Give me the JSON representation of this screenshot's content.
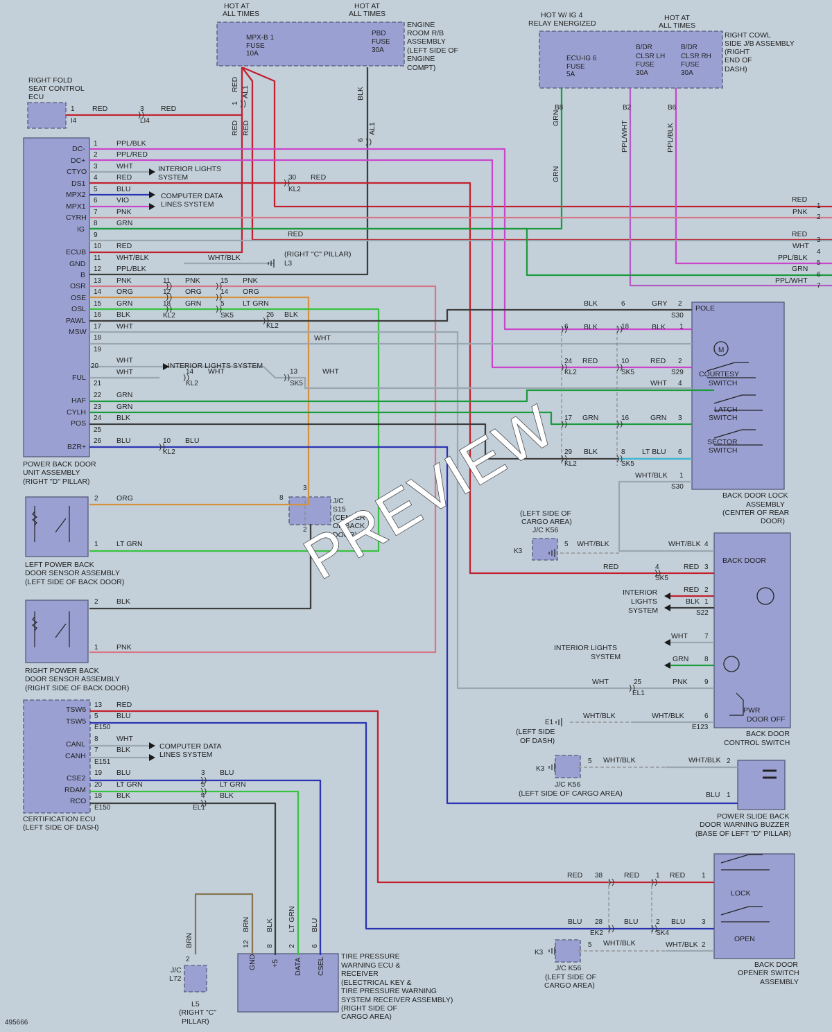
{
  "watermark": "PREVIEW",
  "figure_id": "495666",
  "colors": {
    "red": "#c2202e",
    "pink": "#d67788",
    "purple": "#cb45cc",
    "ppl_wht": "#b55ac2",
    "green": "#1d9a3e",
    "lt_green": "#38c242",
    "blue": "#2b33b2",
    "black": "#3d3d3d",
    "white_wire": "#9aa7b0",
    "orange": "#d7913c",
    "lt_blue": "#3fb9d5",
    "brown": "#857650",
    "panel": "#9aa1d2",
    "background": "#c3d0da"
  },
  "texts": {
    "t0": "HOT AT",
    "t1": "ALL TIMES",
    "t2": "HOT AT",
    "t3": "ALL TIMES",
    "t4": "HOT W/ IG 4",
    "t5": "RELAY ENERGIZED",
    "t6": "HOT AT",
    "t7": "ALL TIMES",
    "t8": "MPX-B 1",
    "t9": "FUSE",
    "t10": "10A",
    "t11": "PBD",
    "t12": "FUSE",
    "t13": "30A",
    "t14": "ENGINE",
    "t15": "ROOM R/B",
    "t16": "ASSEMBLY",
    "t17": "(LEFT SIDE OF",
    "t18": "ENGINE",
    "t19": "COMPT)",
    "t20": "ECU-IG 6",
    "t21": "FUSE",
    "t22": "5A",
    "t23": "B/DR",
    "t24": "CLSR LH",
    "t25": "FUSE",
    "t26": "30A",
    "t27": "B/DR",
    "t28": "CLSR RH",
    "t29": "FUSE",
    "t30": "30A",
    "t31": "RIGHT COWL",
    "t32": "SIDE J/B ASSEMBLY",
    "t33": "(RIGHT",
    "t34": "END OF",
    "t35": "DASH)",
    "t36": "RIGHT FOLD",
    "t37": "SEAT CONTROL",
    "t38": "ECU",
    "t39": "1",
    "t40": "RED",
    "t41": "3",
    "t42": "RED",
    "t43": "I4",
    "t44": "LI4",
    "t45": "RED",
    "t46": "1",
    "t47": "AL1",
    "t48": "BLK",
    "t49": "RED",
    "t50": "RED",
    "t51": "6",
    "t52": "AL1",
    "t53": "B8",
    "t54": "GRN",
    "t55": "GRN",
    "t56": "B2",
    "t57": "PPL/WHT",
    "t58": "B6",
    "t59": "PPL/BLK",
    "t60": "DC-",
    "t61": "DC+",
    "t62": "CTYO",
    "t63": "DS1",
    "t64": "MPX2",
    "t65": "MPX1",
    "t66": "CYRH",
    "t67": "IG",
    "t68": "ECUB",
    "t69": "GND",
    "t70": "B",
    "t71": "OSR",
    "t72": "OSE",
    "t73": "OSL",
    "t74": "PAWL",
    "t75": "MSW",
    "t76": "FUL",
    "t77": "HAF",
    "t78": "CYLH",
    "t79": "POS",
    "t80": "BZR+",
    "t81": "1",
    "t82": "2",
    "t83": "3",
    "t84": "4",
    "t85": "5",
    "t86": "6",
    "t87": "7",
    "t88": "8",
    "t89": "9",
    "t90": "10",
    "t91": "11",
    "t92": "12",
    "t93": "13",
    "t94": "14",
    "t95": "15",
    "t96": "16",
    "t97": "17",
    "t98": "18",
    "t99": "19",
    "t100": "20",
    "t101": "21",
    "t102": "22",
    "t103": "23",
    "t104": "24",
    "t105": "25",
    "t106": "26",
    "t107": "PPL/BLK",
    "t108": "PPL/RED",
    "t109": "WHT",
    "t110": "RED",
    "t111": "BLU",
    "t112": "VIO",
    "t113": "PNK",
    "t114": "GRN",
    "t115": "RED",
    "t116": "WHT/BLK",
    "t117": "PPL/BLK",
    "t118": "PNK",
    "t119": "ORG",
    "t120": "GRN",
    "t121": "BLK",
    "t122": "WHT",
    "t123": "WHT",
    "t124": "WHT",
    "t125": "GRN",
    "t126": "GRN",
    "t127": "BLK",
    "t128": "BLU",
    "t129": "INTERIOR LIGHTS",
    "t130": "SYSTEM",
    "t131": "COMPUTER DATA",
    "t132": "LINES SYSTEM",
    "t133": "30",
    "t134": "RED",
    "t135": "KL2",
    "t136": "RED",
    "t137": "WHT/BLK",
    "t138": "(RIGHT \"C\" PILLAR)",
    "t139": "L3",
    "t140": "11",
    "t141": "PNK",
    "t142": "15",
    "t143": "PNK",
    "t144": "12",
    "t145": "ORG",
    "t146": "14",
    "t147": "ORG",
    "t148": "18",
    "t149": "GRN",
    "t150": "5",
    "t151": "LT GRN",
    "t152": "KL2",
    "t153": "SK5",
    "t154": "26",
    "t155": "BLK",
    "t156": "KL2",
    "t157": "WHT",
    "t158": "INTERIOR LIGHTS SYSTEM",
    "t159": "14",
    "t160": "WHT",
    "t161": "KL2",
    "t162": "13",
    "t163": "WHT",
    "t164": "SK5",
    "t165": "10",
    "t166": "BLU",
    "t167": "KL2",
    "t168": "RED",
    "t169": "PNK",
    "t170": "RED",
    "t171": "WHT",
    "t172": "PPL/BLK",
    "t173": "GRN",
    "t174": "PPL/WHT",
    "t175": "1",
    "t176": "2",
    "t177": "3",
    "t178": "4",
    "t179": "5",
    "t180": "6",
    "t181": "7",
    "t182": "BLK",
    "t183": "6",
    "t184": "GRY",
    "t185": "2",
    "t186": "S30",
    "t187": "POLE",
    "t188": "6",
    "t189": "BLK",
    "t190": "18",
    "t191": "BLK",
    "t192": "1",
    "t193": "24",
    "t194": "RED",
    "t195": "KL2",
    "t196": "10",
    "t197": "RED",
    "t198": "SK5",
    "t199": "2",
    "t200": "S29",
    "t201": "WHT",
    "t202": "4",
    "t203": "COURTESY",
    "t204": "SWITCH",
    "t205": "LATCH",
    "t206": "SWITCH",
    "t207": "SECTOR",
    "t208": "SWITCH",
    "t209": "17",
    "t210": "GRN",
    "t211": "16",
    "t212": "GRN",
    "t213": "3",
    "t214": "29",
    "t215": "BLK",
    "t216": "KL2",
    "t217": "8",
    "t218": "LT BLU",
    "t219": "SK5",
    "t220": "6",
    "t221": "WHT/BLK",
    "t222": "1",
    "t223": "S30",
    "t224": "BACK DOOR LOCK",
    "t225": "ASSEMBLY",
    "t226": "(CENTER OF REAR",
    "t227": "DOOR)",
    "t228": "POWER BACK DOOR",
    "t229": "UNIT ASSEMBLY",
    "t230": "(RIGHT \"D\" PILLAR)",
    "t231": "2",
    "t232": "ORG",
    "t233": "1",
    "t234": "LT GRN",
    "t235": "8",
    "t236": "3",
    "t237": "2",
    "t238": "J/C",
    "t239": "S15",
    "t240": "(CENTER",
    "t241": "OF BACK",
    "t242": "DOOR)",
    "t243": "LEFT POWER BACK",
    "t244": "DOOR SENSOR ASSEMBLY",
    "t245": "(LEFT SIDE OF BACK DOOR)",
    "t246": "2",
    "t247": "BLK",
    "t248": "1",
    "t249": "PNK",
    "t250": "RIGHT POWER BACK",
    "t251": "DOOR SENSOR ASSEMBLY",
    "t252": "(RIGHT SIDE OF BACK DOOR)",
    "t253": "(LEFT SIDE OF",
    "t254": "CARGO AREA)",
    "t255": "J/C K56",
    "t256": "K3",
    "t257": "5",
    "t258": "WHT/BLK",
    "t259": "WHT/BLK",
    "t260": "4",
    "t261": "BACK DOOR",
    "t262": "RED",
    "t263": "4",
    "t264": "SK5",
    "t265": "RED",
    "t266": "3",
    "t267": "RED",
    "t268": "2",
    "t269": "BLK",
    "t270": "1",
    "t271": "S22",
    "t272": "INTERIOR",
    "t273": "LIGHTS",
    "t274": "SYSTEM",
    "t275": "INTERIOR LIGHTS",
    "t276": "SYSTEM",
    "t277": "WHT",
    "t278": "7",
    "t279": "GRN",
    "t280": "8",
    "t281": "WHT",
    "t282": "25",
    "t283": "PNK",
    "t284": "9",
    "t285": "EL1",
    "t286": "PWR",
    "t287": "DOOR OFF",
    "t288": "E1",
    "t289": "WHT/BLK",
    "t290": "WHT/BLK",
    "t291": "6",
    "t292": "E123",
    "t293": "(LEFT SIDE",
    "t294": "OF DASH)",
    "t295": "BACK DOOR",
    "t296": "CONTROL SWITCH",
    "t297": "TSW6",
    "t298": "TSW5",
    "t299": "CANL",
    "t300": "CANH",
    "t301": "CSE2",
    "t302": "RDAM",
    "t303": "RCO",
    "t304": "13",
    "t305": "RED",
    "t306": "5",
    "t307": "BLU",
    "t308": "E150",
    "t309": "8",
    "t310": "WHT",
    "t311": "7",
    "t312": "BLK",
    "t313": "E151",
    "t314": "COMPUTER DATA",
    "t315": "LINES SYSTEM",
    "t316": "19",
    "t317": "BLU",
    "t318": "20",
    "t319": "LT GRN",
    "t320": "18",
    "t321": "BLK",
    "t322": "E150",
    "t323": "3",
    "t324": "BLU",
    "t325": "5",
    "t326": "LT GRN",
    "t327": "4",
    "t328": "BLK",
    "t329": "EL1",
    "t330": "CERTIFICATION ECU",
    "t331": "(LEFT SIDE OF DASH)",
    "t332": "K3",
    "t333": "5",
    "t334": "WHT/BLK",
    "t335": "WHT/BLK",
    "t336": "2",
    "t337": "J/C K56",
    "t338": "(LEFT SIDE OF CARGO AREA)",
    "t339": "BLU",
    "t340": "1",
    "t341": "POWER SLIDE BACK",
    "t342": "DOOR WARNING BUZZER",
    "t343": "(BASE OF LEFT \"D\" PILLAR)",
    "t344": "RED",
    "t345": "38",
    "t346": "RED",
    "t347": "1",
    "t348": "RED",
    "t349": "1",
    "t350": "BLU",
    "t351": "28",
    "t352": "EK2",
    "t353": "BLU",
    "t354": "2",
    "t355": "SK4",
    "t356": "BLU",
    "t357": "3",
    "t358": "LOCK",
    "t359": "OPEN",
    "t360": "K3",
    "t361": "5",
    "t362": "WHT/BLK",
    "t363": "WHT/BLK",
    "t364": "2",
    "t365": "J/C K56",
    "t366": "(LEFT SIDE OF",
    "t367": "CARGO AREA)",
    "t368": "BACK DOOR",
    "t369": "OPENER SWITCH",
    "t370": "ASSEMBLY",
    "t371": "BRN",
    "t372": "2",
    "t373": "J/C",
    "t374": "L72",
    "t375": "L5",
    "t376": "(RIGHT \"C\"",
    "t377": "PILLAR)",
    "t378": "12",
    "t379": "BRN",
    "t380": "8",
    "t381": "BLK",
    "t382": "2",
    "t383": "LT GRN",
    "t384": "6",
    "t385": "BLU",
    "t386": "GND",
    "t387": "+5",
    "t388": "DATA",
    "t389": "CSEL",
    "t390": "TIRE PRESSURE",
    "t391": "WARNING ECU &",
    "t392": "RECEIVER",
    "t393": "(ELECTRICAL KEY &",
    "t394": "TIRE PRESSURE WARNING",
    "t395": "SYSTEM RECEIVER ASSEMBLY)",
    "t396": "(RIGHT SIDE OF",
    "t397": "CARGO AREA)",
    "t398": "495666",
    "t399": "M"
  }
}
